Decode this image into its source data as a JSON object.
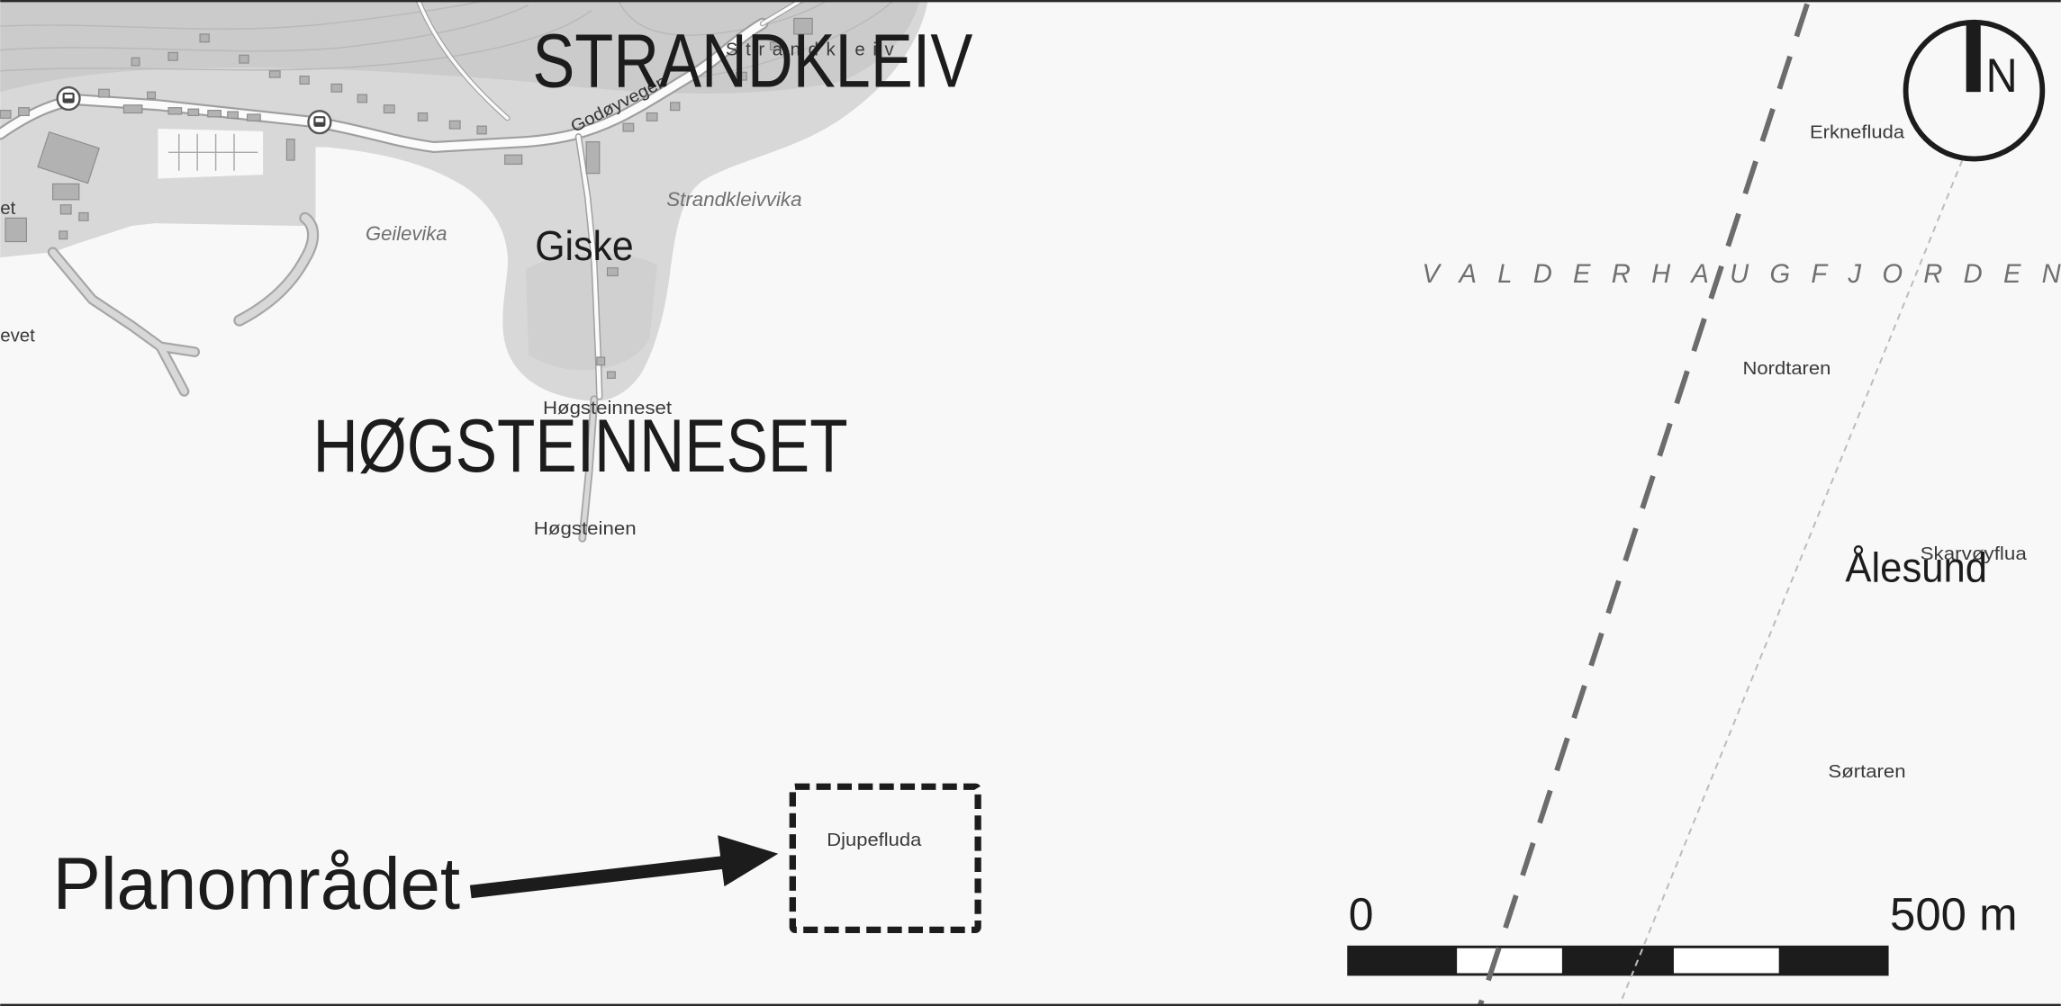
{
  "map": {
    "area_labels": {
      "strandkleiv": "STRANDKLEIV",
      "hogsteinneset": "HØGSTEINNESET",
      "giske": "Giske",
      "alesund": "Ålesund"
    },
    "place_labels": {
      "strandkleiv": "Strandkleiv",
      "hogsteinneset": "Høgsteinneset",
      "hogsteinen": "Høgsteinen",
      "erknefluda": "Erknefluda",
      "nordtaren": "Nordtaren",
      "skarvoyflua": "Skarvøyflua",
      "sortaren": "Sørtaren",
      "djupefluda": "Djupefluda",
      "edge_left_upper": "et",
      "edge_left_lower": "evet"
    },
    "water_labels": {
      "geilevika": "Geilevika",
      "strandkleivvika": "Strandkleivvika",
      "valderhaugfjorden": "VALDERHAUGFJORDEN"
    },
    "road_labels": {
      "godoyvegen": "Godøyvegen"
    },
    "plan_area": {
      "label": "Planområdet"
    },
    "north_arrow": {
      "label": "N",
      "icon": "north-arrow-icon"
    },
    "bus_stop": {
      "icon": "bus-stop-icon"
    },
    "scale_bar": {
      "start_label": "0",
      "end_label": "500 m"
    },
    "colors": {
      "land": "#d8d8d8",
      "land_dark": "#cbcbcb",
      "sea": "#f8f8f8",
      "road": "#fbfbfb",
      "road_casing": "#9f9f9f",
      "building": "#b2b2b2",
      "label_dark": "#1c1c1c",
      "label_water": "#707070",
      "boundary_line": "#6c6c6c",
      "fairway_line": "#bdbdbd"
    }
  }
}
